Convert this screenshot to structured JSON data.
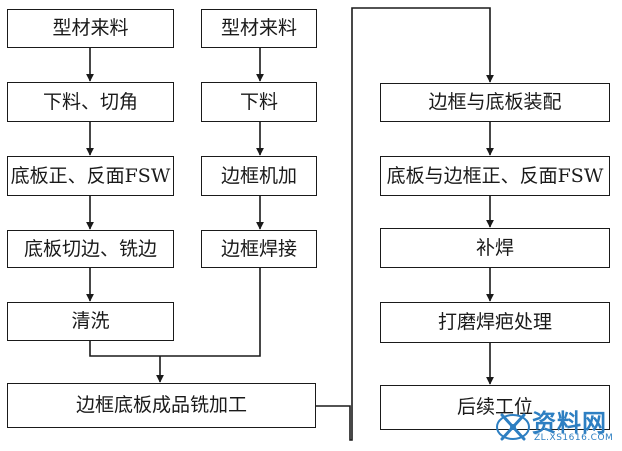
{
  "diagram": {
    "left_column": {
      "box1": "型材来料",
      "box2": "下料、切角",
      "box3": "底板正、反面FSW",
      "box4": "底板切边、铣边",
      "box5": "清洗"
    },
    "middle_column": {
      "box1": "型材来料",
      "box2": "下料",
      "box3": "边框机加",
      "box4": "边框焊接"
    },
    "merged_step": "边框底板成品铣加工",
    "right_column": {
      "box1": "边框与底板装配",
      "box2": "底板与边框正、反面FSW",
      "box3": "补焊",
      "box4": "打磨焊疤处理",
      "box5": "后续工位"
    }
  },
  "watermark": {
    "text": "资料网",
    "url": "ZL.XS1616.COM"
  },
  "colors": {
    "line": "#1a1a1a",
    "watermark": "#2d7fc2"
  }
}
